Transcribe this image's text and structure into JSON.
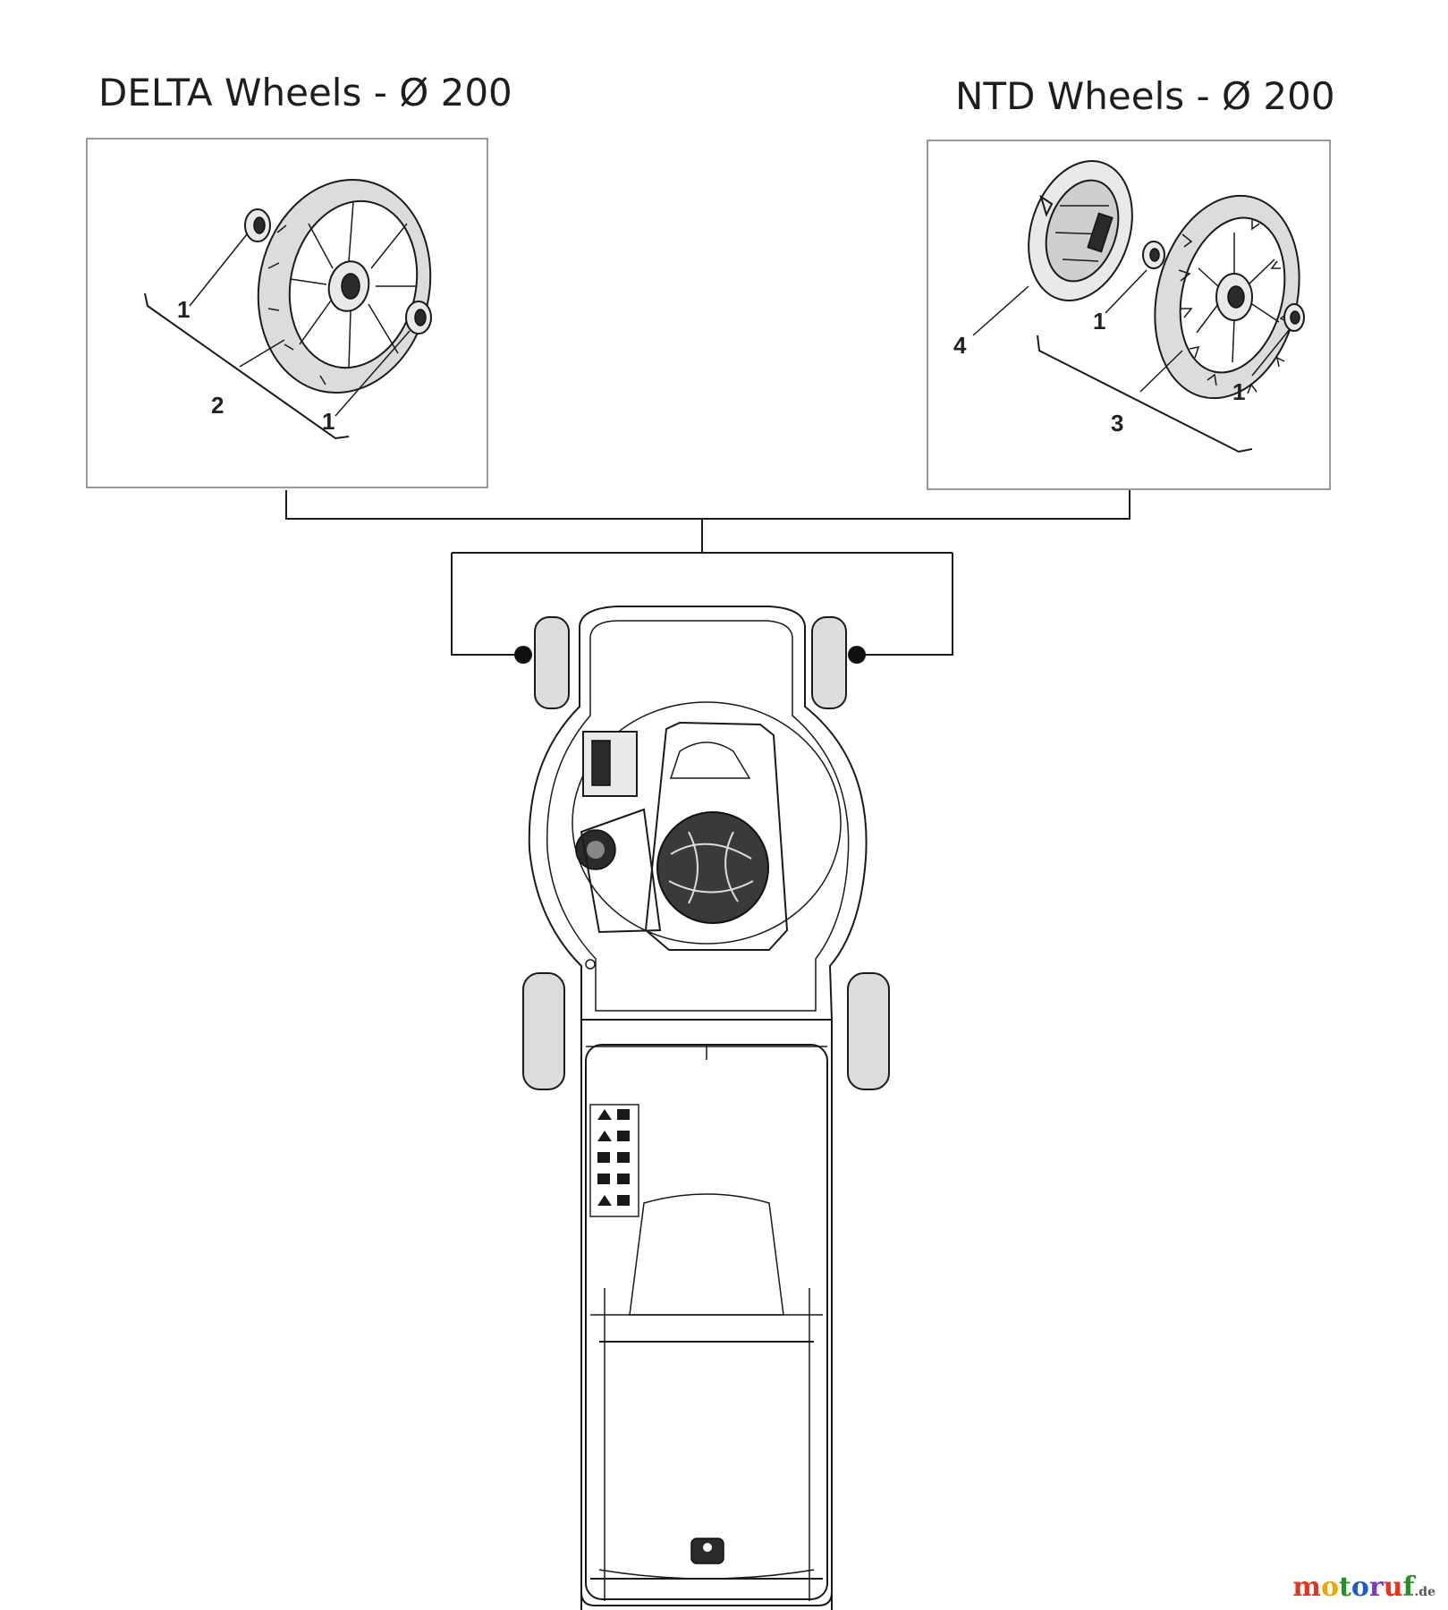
{
  "titles": {
    "left": "DELTA Wheels - Ø 200",
    "right": "NTD Wheels - Ø 200"
  },
  "callouts": {
    "delta": [
      "1",
      "2",
      "1"
    ],
    "ntd": [
      "4",
      "1",
      "3",
      "1"
    ]
  },
  "watermark": {
    "parts": [
      "m",
      "o",
      "t",
      "o",
      "r",
      "u",
      "f"
    ],
    "suffix": ".de"
  }
}
